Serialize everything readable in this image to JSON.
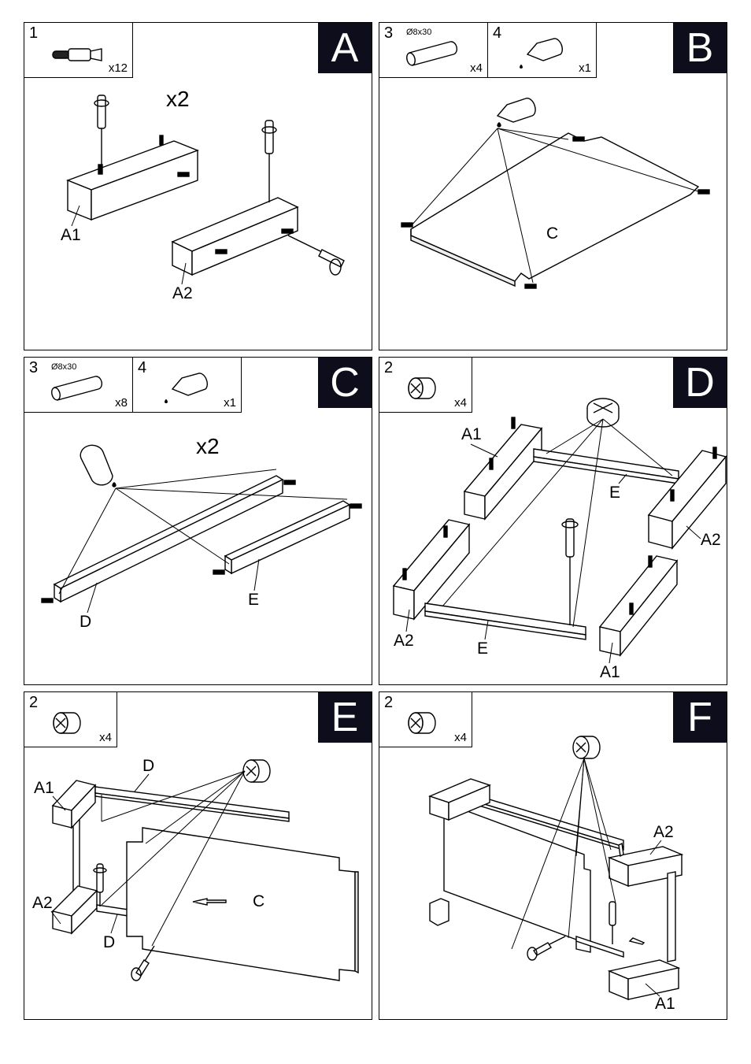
{
  "panels": [
    {
      "step": "A",
      "parts": [
        {
          "num": "1",
          "qty": "x12",
          "icon": "cam-bolt-icon"
        }
      ],
      "multiplier": "x2",
      "labels": {
        "a1": "A1",
        "a2": "A2"
      }
    },
    {
      "step": "B",
      "parts": [
        {
          "num": "3",
          "spec": "Ø8x30",
          "qty": "x4",
          "icon": "wood-dowel-icon"
        },
        {
          "num": "4",
          "qty": "x1",
          "icon": "glue-bottle-icon"
        }
      ],
      "labels": {
        "c": "C"
      }
    },
    {
      "step": "C",
      "parts": [
        {
          "num": "3",
          "spec": "Ø8x30",
          "qty": "x8",
          "icon": "wood-dowel-icon"
        },
        {
          "num": "4",
          "qty": "x1",
          "icon": "glue-bottle-icon"
        }
      ],
      "multiplier": "x2",
      "labels": {
        "d": "D",
        "e": "E"
      }
    },
    {
      "step": "D",
      "parts": [
        {
          "num": "2",
          "qty": "x4",
          "icon": "cam-lock-icon"
        }
      ],
      "labels": {
        "a1_top": "A1",
        "e_top": "E",
        "a2_right": "A2",
        "a2_left": "A2",
        "e_bottom": "E",
        "a1_bottom": "A1"
      }
    },
    {
      "step": "E",
      "parts": [
        {
          "num": "2",
          "qty": "x4",
          "icon": "cam-lock-icon"
        }
      ],
      "labels": {
        "d_top": "D",
        "a1": "A1",
        "a2": "A2",
        "d_bottom": "D",
        "c": "C"
      }
    },
    {
      "step": "F",
      "parts": [
        {
          "num": "2",
          "qty": "x4",
          "icon": "cam-lock-icon"
        }
      ],
      "labels": {
        "a2": "A2",
        "a1": "A1"
      }
    }
  ]
}
